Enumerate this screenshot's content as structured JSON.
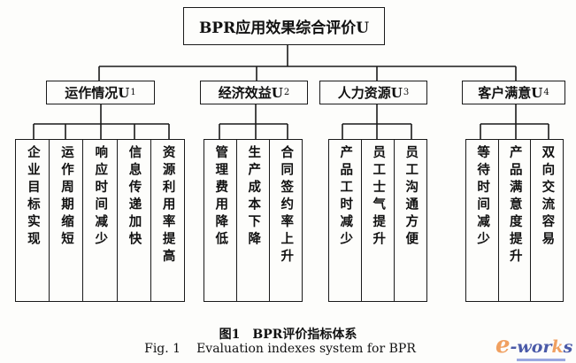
{
  "root": {
    "label": "BPR应用效果综合评价U"
  },
  "categories": [
    {
      "label": "运作情况U",
      "sub": "1",
      "items": [
        "企业目标实现",
        "运作周期缩短",
        "响应时间减少",
        "信息传递加快",
        "资源利用率提高"
      ]
    },
    {
      "label": "经济效益U",
      "sub": "2",
      "items": [
        "管理费用降低",
        "生产成本下降",
        "合同签约率上升"
      ]
    },
    {
      "label": "人力资源U",
      "sub": "3",
      "items": [
        "产品工时减少",
        "员工士气提升",
        "员工沟通方便"
      ]
    },
    {
      "label": "客户满意U",
      "sub": "4",
      "items": [
        "等待时间减少",
        "产品满意度提升",
        "双向交流容易"
      ]
    }
  ],
  "caption": {
    "cn": "图1　BPR评价指标体系",
    "en_prefix": "Fig. 1",
    "en_title": "Evaluation indexes system for BPR"
  },
  "watermark": {
    "e": "e",
    "rest": "-wor",
    "k": "k",
    "s": "s"
  }
}
